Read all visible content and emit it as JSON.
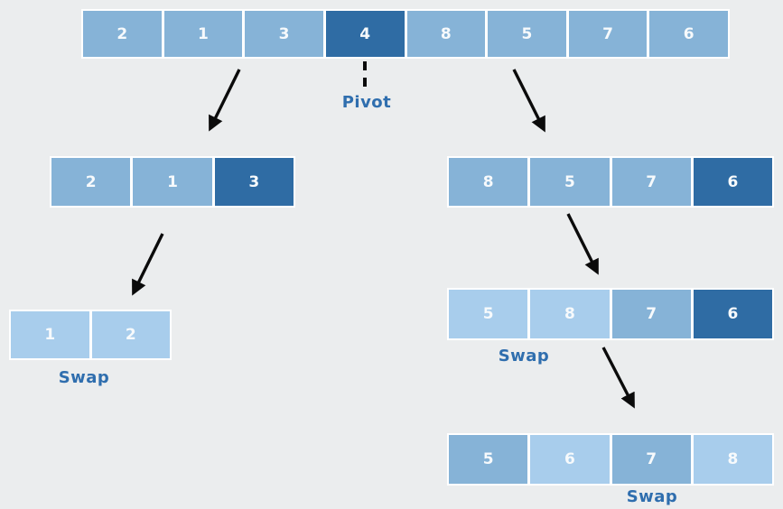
{
  "colors": {
    "background": "#ebedee",
    "cell_medium": "#86b3d7",
    "cell_light": "#a8cdec",
    "cell_dark": "#2f6ca4",
    "cell_border": "#ffffff",
    "number_text": "#f7fafc",
    "label_text": "#2f6eae",
    "arrow": "#0b0b0b"
  },
  "labels": {
    "pivot": "Pivot",
    "swap_left": "Swap",
    "swap_right_mid": "Swap",
    "swap_right_bottom": "Swap"
  },
  "rows": {
    "root": {
      "values": [
        "2",
        "1",
        "3",
        "4",
        "8",
        "5",
        "7",
        "6"
      ],
      "tones": [
        "medium",
        "medium",
        "medium",
        "dark",
        "medium",
        "medium",
        "medium",
        "medium"
      ],
      "highlight_index": 3,
      "highlight_value": "4"
    },
    "left1": {
      "values": [
        "2",
        "1",
        "3"
      ],
      "tones": [
        "medium",
        "medium",
        "dark"
      ],
      "highlight_index": 2,
      "highlight_value": "3"
    },
    "right1": {
      "values": [
        "8",
        "5",
        "7",
        "6"
      ],
      "tones": [
        "medium",
        "medium",
        "medium",
        "dark"
      ],
      "highlight_index": 3,
      "highlight_value": "6"
    },
    "left2": {
      "values": [
        "1",
        "2"
      ],
      "tones": [
        "light",
        "light"
      ]
    },
    "right2": {
      "values": [
        "5",
        "8",
        "7",
        "6"
      ],
      "tones": [
        "light",
        "light",
        "medium",
        "dark"
      ],
      "highlight_index": 3,
      "highlight_value": "6"
    },
    "right3": {
      "values": [
        "5",
        "6",
        "7",
        "8"
      ],
      "tones": [
        "medium",
        "light",
        "medium",
        "light"
      ]
    }
  }
}
